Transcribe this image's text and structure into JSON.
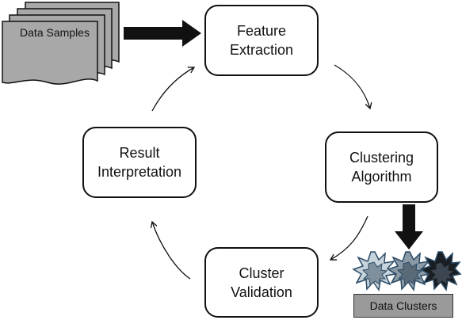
{
  "diagram": {
    "nodes": {
      "feature_extraction": {
        "line1": "Feature",
        "line2": "Extraction"
      },
      "clustering_algorithm": {
        "line1": "Clustering",
        "line2": "Algorithm"
      },
      "cluster_validation": {
        "line1": "Cluster",
        "line2": "Validation"
      },
      "result_interpretation": {
        "line1": "Result",
        "line2": "Interpretation"
      }
    },
    "input": {
      "label": "Data Samples"
    },
    "output": {
      "label": "Data Clusters"
    },
    "colors": {
      "stroke": "#111111",
      "document_fill": "#a8a8a8",
      "cluster_badge_fill": "#9a9a9a",
      "burst_light": "#c8d4dc",
      "burst_mid": "#8a9aa6",
      "burst_dark": "#1a1f24",
      "burst_edge": "#2a4a66"
    },
    "icons": [
      "document-stack-icon",
      "cluster-burst-icon",
      "arrow-icon"
    ]
  }
}
